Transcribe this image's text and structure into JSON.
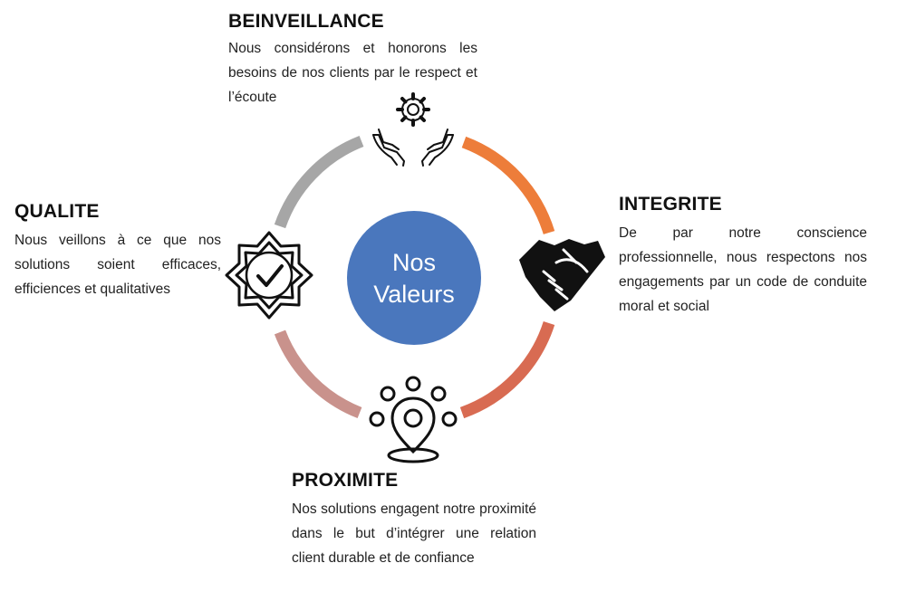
{
  "center": {
    "line1": "Nos",
    "line2": "Valeurs",
    "color": "#4a77bd"
  },
  "values": {
    "beinveillance": {
      "title": "BEINVEILLANCE",
      "text": "Nous considérons et honorons les besoins de nos clients par le respect et l’écoute",
      "icon": "hands-with-gear-icon"
    },
    "integrite": {
      "title": "INTEGRITE",
      "text": "De par notre conscience professionnelle, nous respectons nos engagements par un code de conduite moral et social",
      "icon": "handshake-icon"
    },
    "qualite": {
      "title": "QUALITE",
      "text": "Nous veillons à ce que nos solutions soient efficaces, efficiences et qualitatives",
      "icon": "quality-badge-check-icon"
    },
    "proximite": {
      "title": "PROXIMITE",
      "text": "Nos solutions engagent notre proximité dans le but d’intégrer une relation client durable et de confiance",
      "icon": "location-pin-people-icon"
    }
  },
  "ring_colors": {
    "top_right": "#ed7d3a",
    "bottom_right": "#d86b52",
    "bottom_left": "#c9928c",
    "top_left": "#a6a6a6"
  }
}
